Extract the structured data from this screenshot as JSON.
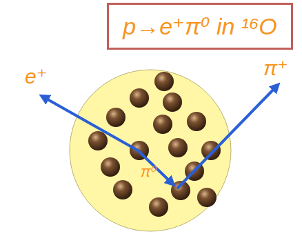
{
  "diagram": {
    "title": "p→e⁺π⁰ in ¹⁶O",
    "labels": [
      "e⁺",
      "π⁺",
      "π⁰"
    ]
  }
}
